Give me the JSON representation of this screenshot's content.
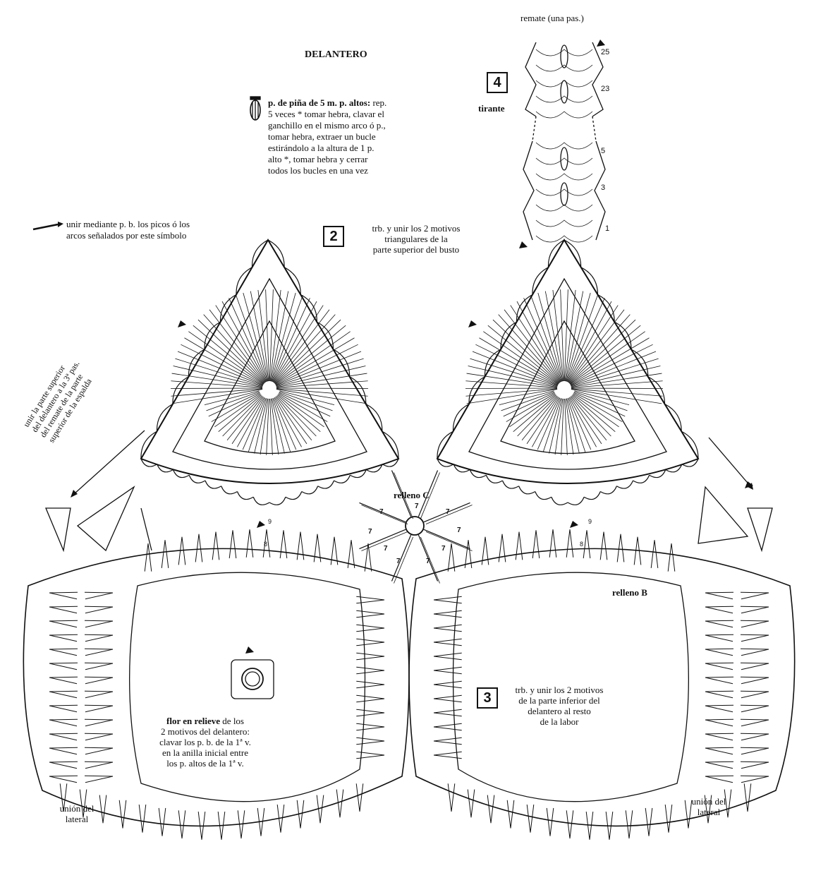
{
  "title": "DELANTERO",
  "legend": {
    "pina_title": "p. de piña de 5 m. p. altos:",
    "pina_lines": [
      "rep.",
      "5 veces * tomar hebra, clavar el",
      "ganchillo en el mismo arco ó p.,",
      "tomar hebra, extraer un bucle",
      "estirándolo a la altura de 1 p.",
      "alto *, tomar hebra y cerrar",
      "todos los bucles en una vez"
    ],
    "unir_lines": [
      "unir mediante p. b. los picos ó los",
      "arcos señalados por este símbolo"
    ]
  },
  "steps": {
    "s2": {
      "number": "2",
      "lines": [
        "trb. y unir los 2 motivos",
        "triangulares de la",
        "parte superior del busto"
      ]
    },
    "s3": {
      "number": "3",
      "lines": [
        "trb. y unir los 2 motivos",
        "de la parte inferior del",
        "delantero al resto",
        "de la labor"
      ]
    },
    "s4": {
      "number": "4",
      "label": "tirante"
    }
  },
  "labels": {
    "remate": "remate (una pas.)",
    "relleno_c": "relleno C",
    "relleno_b": "relleno B",
    "union_left": [
      "unión del",
      "lateral"
    ],
    "union_right": [
      "unión del",
      "lateral"
    ],
    "flor_bold": "flor en relieve",
    "flor_lines": [
      "de los",
      "2 motivos del delantero:",
      "clavar los p. b. de la 1ª v.",
      "en la anilla inicial entre",
      "los p. altos de la 1ª v."
    ],
    "rotated_lines": [
      "unir la parte superior",
      "del delantero a la 3ª pas.",
      "del remate de la parte",
      "superior de la espalda"
    ]
  },
  "row_numbers": {
    "strap": [
      "25",
      "23",
      "5",
      "3",
      "1"
    ],
    "band_left": [
      "9",
      "8"
    ],
    "band_right": [
      "9",
      "8"
    ],
    "filler": [
      "7",
      "7",
      "7",
      "7",
      "7",
      "7",
      "7",
      "7",
      "7"
    ]
  },
  "colors": {
    "ink": "#111111",
    "paper": "#ffffff"
  },
  "icons": {
    "pina": "pineapple-stitch-symbol",
    "join": "join-arrow-symbol",
    "start": "start-triangle-marker"
  }
}
